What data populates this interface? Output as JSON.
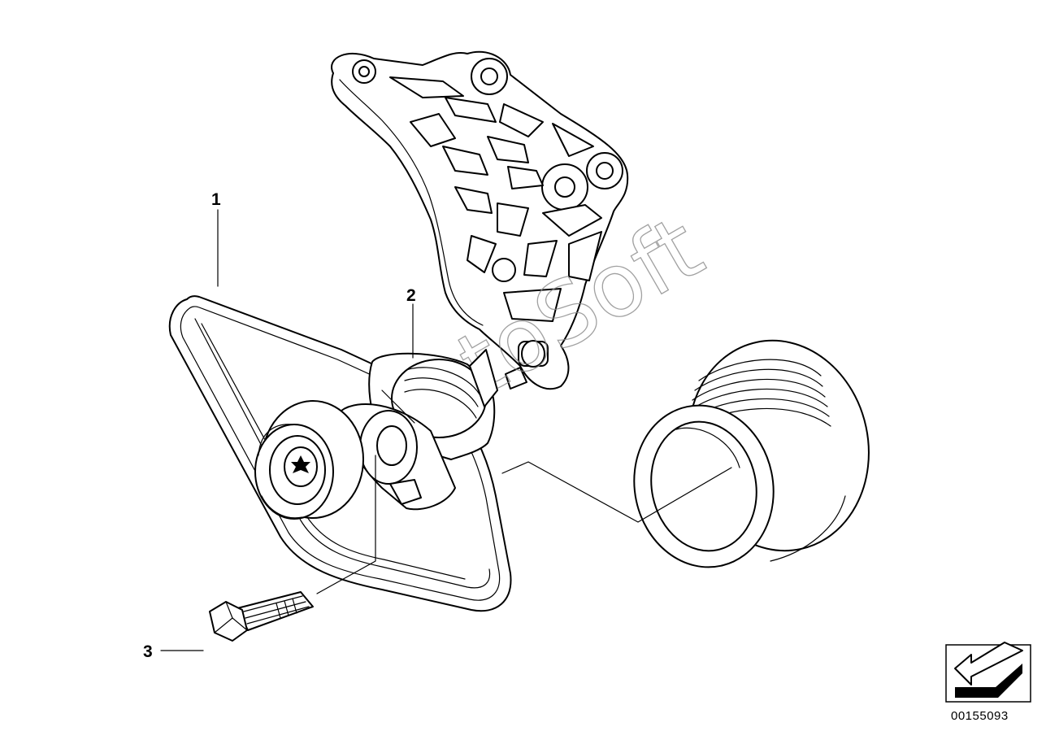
{
  "callouts": [
    {
      "label": "1",
      "part": "poly-v-belt"
    },
    {
      "label": "2",
      "part": "belt-tensioner"
    },
    {
      "label": "3",
      "part": "hex-bolt"
    }
  ],
  "diagram_id": "00155093",
  "watermark": "AutoSoft",
  "icons": {
    "nav_arrow": "arrow-down-left-icon"
  }
}
